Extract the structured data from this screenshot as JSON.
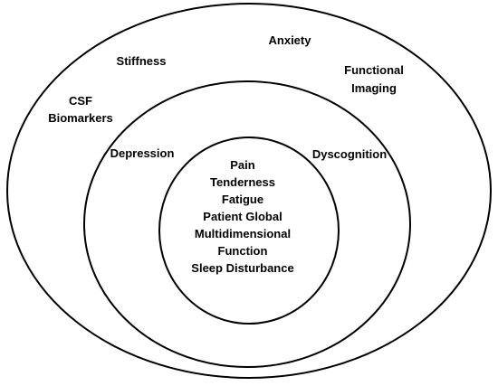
{
  "diagram": {
    "outer_ring": {
      "labels": [
        "Anxiety",
        "Stiffness",
        "Functional",
        "Imaging",
        "CSF",
        "Biomarkers"
      ]
    },
    "middle_ring": {
      "labels": [
        "Depression",
        "Dyscognition"
      ]
    },
    "inner_core": {
      "labels": [
        "Pain",
        "Tenderness",
        "Fatigue",
        "Patient Global",
        "Multidimensional",
        "Function",
        "Sleep Disturbance"
      ]
    },
    "colors": {
      "stroke": "#000000",
      "fill": "#ffffff",
      "text": "#000000"
    }
  }
}
